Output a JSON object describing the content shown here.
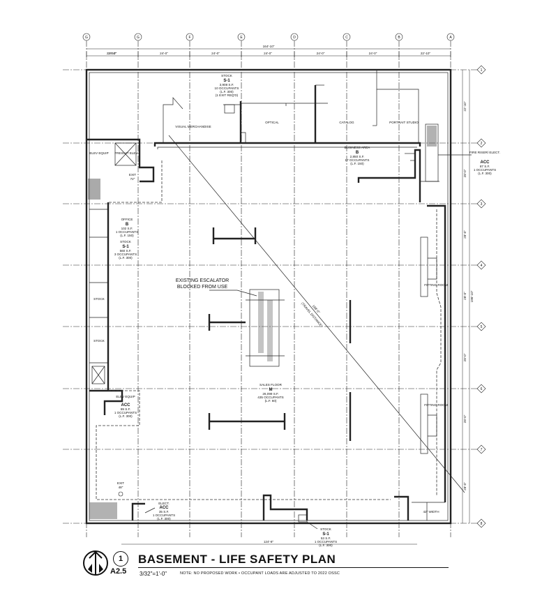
{
  "grid": {
    "cols": [
      "G",
      "G",
      "F",
      "E",
      "D",
      "C",
      "B",
      "A"
    ],
    "rows": [
      "1",
      "2",
      "3",
      "4",
      "5",
      "6",
      "7",
      "8"
    ]
  },
  "dimensions": {
    "overall_top": "164'-10\"",
    "top_segments": [
      "22'-10\"",
      "24'-0\"",
      "24'-0\"",
      "24'-0\"",
      "24'-0\"",
      "24'-0\"",
      "24'-0\"",
      "22'-10\""
    ],
    "bottom": "124'-8\"",
    "right_side": [
      "22'-10\"",
      "28'-0\"",
      "28'-0\"",
      "28'-0\"",
      "28'-0\"",
      "28'-0\"",
      "28'-0\""
    ],
    "right_overall": "196'-10\""
  },
  "rooms": {
    "stock_top": {
      "name": "STOCK",
      "code": "S-1",
      "lines": [
        "3,908 S.F.",
        "10 OCCUPANTS",
        "(L.F. 300)",
        "(1 EXIT REQ'D)"
      ]
    },
    "visual_merch": "VISUAL MERCHANDISE",
    "optical": "OPTICAL",
    "catalog": "CATALOG",
    "portrait": "PORTRAIT STUDIO",
    "business": {
      "name": "BUSINESS AREA",
      "code": "B",
      "lines": [
        "2,850 S.F.",
        "17 OCCUPANTS",
        "(L.F. 150)"
      ]
    },
    "fire_riser": {
      "name": "FIRE RISER/ ELECT.",
      "code": "ACC",
      "lines": [
        "87 S.F.",
        "1 OCCUPANTS",
        "(L.F. 300)"
      ]
    },
    "elev_equip_top": "ELEV EQUIP",
    "freight_elev": "FREIGHT ELEV",
    "exit_top": "EXIT",
    "exit_top_width": "72\"",
    "office": {
      "name": "OFFICE",
      "code": "B",
      "lines": [
        "102 S.F.",
        "1 OCCUPANTS",
        "(L.F. 150)"
      ]
    },
    "stock_left": {
      "name": "STOCK",
      "code": "S-1",
      "lines": [
        "560 S.F.",
        "3 OCCUPANTS",
        "(L.F. 300)"
      ]
    },
    "stock_a": "STOCK",
    "stock_b": "STOCK",
    "escalator_note": [
      "EXISTING ESCALATOR",
      "BLOCKED FROM USE"
    ],
    "fitting_room_1": "FITTING ROOM",
    "fitting_room_2": "FITTING ROOM",
    "sales_floor": {
      "name": "SALES FLOOR",
      "code": "M",
      "lines": [
        "26,099 S.F.",
        "435 OCCUPANTS",
        "(L.F. 60)"
      ]
    },
    "elev_equip_bottom": {
      "name": "ELEV EQUIP",
      "code": "ACC",
      "lines": [
        "89 S.F.",
        "1 OCCUPANTS",
        "(L.F. 300)"
      ]
    },
    "exit_bottom": "EXIT",
    "exit_bottom_width": "48\"",
    "elect_bottom": {
      "name": "ELECT.",
      "code": "ACC",
      "lines": [
        "35 S.F.",
        "1 OCCUPANTS",
        "(L.F. 300)"
      ]
    },
    "stock_bottom": {
      "name": "STOCK",
      "code": "S-1",
      "lines": [
        "53 S.F.",
        "1 OCCUPANTS",
        "(L.F. 300)"
      ]
    },
    "width_note": "42\" WIDTH",
    "diag_label": [
      "198'-0\"",
      "(TRAVEL DISTANCE)"
    ]
  },
  "title_block": {
    "number": "1",
    "sheet": "A2.5",
    "title": "BASEMENT - LIFE SAFETY PLAN",
    "scale": "3/32\"=1'-0\"",
    "note": "NOTE: NO PROPOSED WORK • OCCUPANT LOADS ARE ADJUSTED TO 2022 OSSC"
  },
  "icons": [
    "north-arrow-icon"
  ]
}
